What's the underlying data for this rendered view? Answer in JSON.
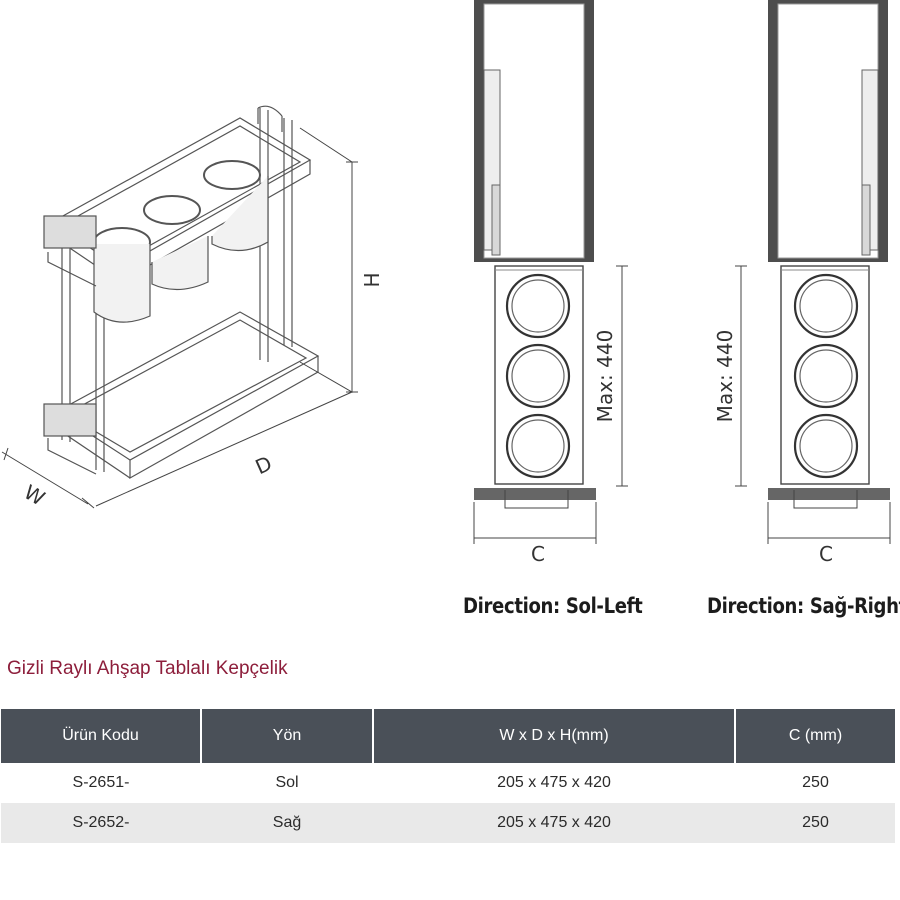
{
  "product": {
    "title": "Gizli Raylı Ahşap Tablalı Kepçelik"
  },
  "diagram": {
    "labels": {
      "width": "W",
      "depth": "D",
      "height": "H",
      "clearance": "C",
      "max_height": "Max: 440"
    },
    "captions": {
      "left": "Direction: Sol-Left",
      "right": "Direction: Sağ-Right"
    }
  },
  "table": {
    "headers": [
      "Ürün Kodu",
      "Yön",
      "W x D x H(mm)",
      "C (mm)"
    ],
    "rows": [
      [
        "S-2651-",
        "Sol",
        "205 x 475 x 420",
        "250"
      ],
      [
        "S-2652-",
        "Sağ",
        "205 x 475 x 420",
        "250"
      ]
    ]
  },
  "colors": {
    "header_bg": "#4a5058",
    "title_color": "#8d1e3b",
    "row_alt_bg": "#e9e9e9"
  }
}
